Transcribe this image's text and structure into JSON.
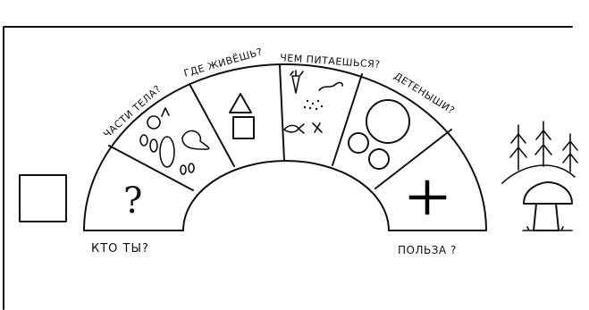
{
  "labels": {
    "who_are_you": "КТО ТЫ?",
    "body_parts": "ЧАСТИ ТЕЛА?",
    "where_live": "ГДЕ ЖИВЁШЬ?",
    "what_eat": "ЧЕМ ПИТАЕШЬСЯ?",
    "offspring": "ДЕТЕНЫШИ?",
    "benefit": "ПОЛЬЗА ?"
  },
  "symbols": {
    "question_mark": "?",
    "plus_sign": "+"
  },
  "icons": [
    "empty-square-icon",
    "house-icon",
    "carrot-icon",
    "worm-icon",
    "fish-icon",
    "mushroom-icon",
    "tree-icon",
    "circles-icon"
  ]
}
